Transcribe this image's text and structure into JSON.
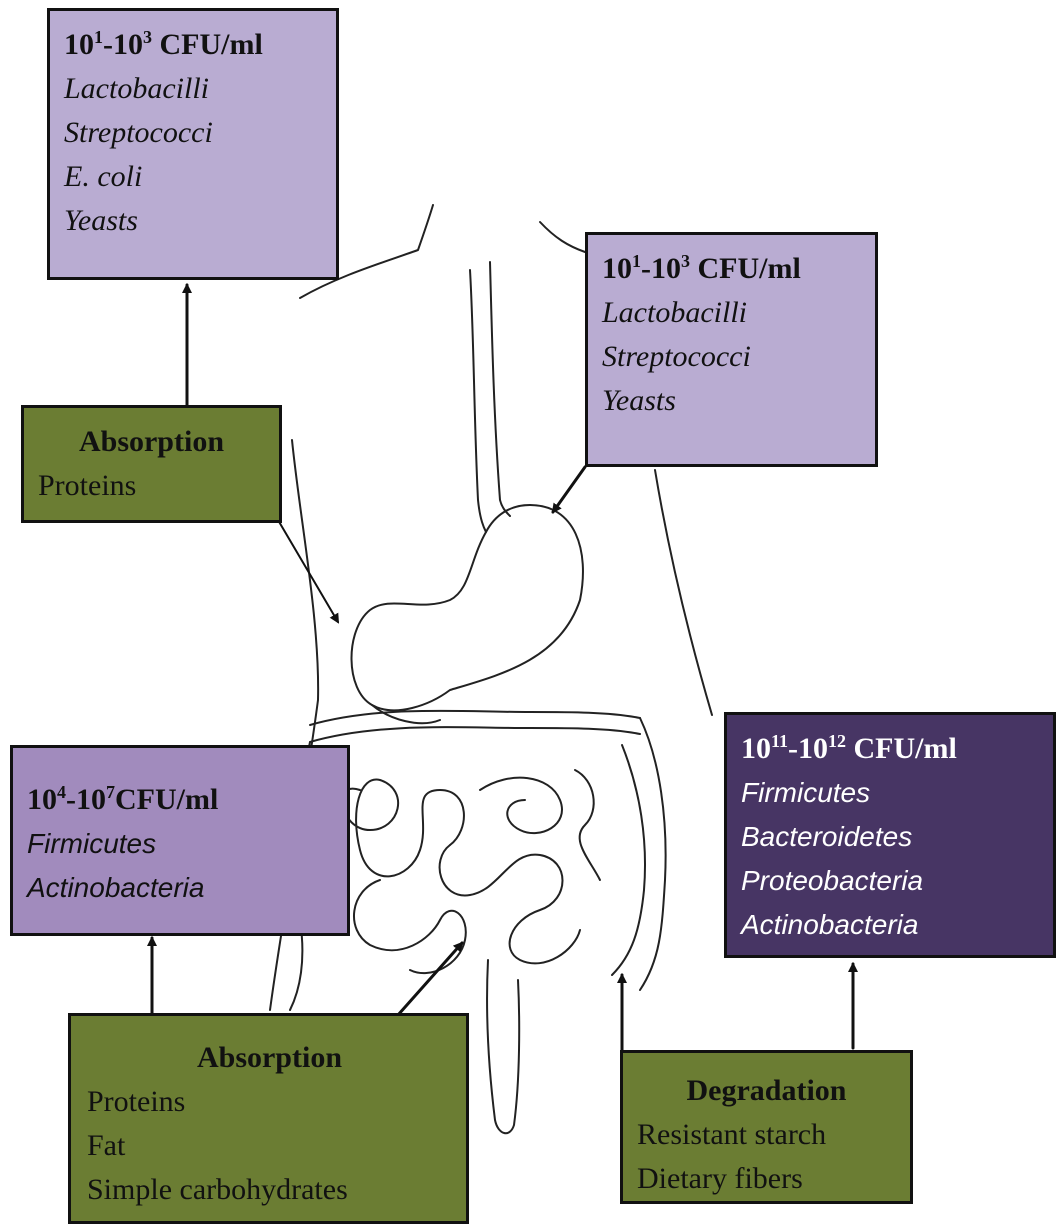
{
  "boxes": {
    "mouth": {
      "count_base1": "10",
      "count_exp1": "1",
      "count_sep": "-10",
      "count_exp2": "3",
      "count_unit": " CFU/ml",
      "items": [
        "Lactobacilli",
        "Streptococci",
        "E. coli",
        "Yeasts"
      ]
    },
    "stomach": {
      "count_base1": "10",
      "count_exp1": "1",
      "count_sep": "-10",
      "count_exp2": "3",
      "count_unit": " CFU/ml",
      "items": [
        "Lactobacilli",
        "Streptococci",
        "Yeasts"
      ]
    },
    "small_intestine": {
      "count_base1": "10",
      "count_exp1": "4",
      "count_sep": "-10",
      "count_exp2": "7",
      "count_unit": "CFU/ml",
      "items": [
        "Firmicutes",
        "Actinobacteria"
      ]
    },
    "colon": {
      "count_base1": "10",
      "count_exp1": "11",
      "count_sep": "-10",
      "count_exp2": "12",
      "count_unit": " CFU/ml",
      "items": [
        "Firmicutes",
        "Bacteroidetes",
        "Proteobacteria",
        "Actinobacteria"
      ]
    },
    "absorption_upper": {
      "title": "Absorption",
      "items": [
        "Proteins"
      ]
    },
    "absorption_lower": {
      "title": "Absorption",
      "items": [
        "Proteins",
        "Fat",
        "Simple carbohydrates"
      ]
    },
    "degradation": {
      "title": "Degradation",
      "items": [
        "Resistant starch",
        "Dietary fibers"
      ]
    }
  },
  "colors": {
    "light_purple": "#b9acd2",
    "mid_purple": "#a18bbd",
    "dark_purple": "#473564",
    "green": "#6b7d33"
  }
}
